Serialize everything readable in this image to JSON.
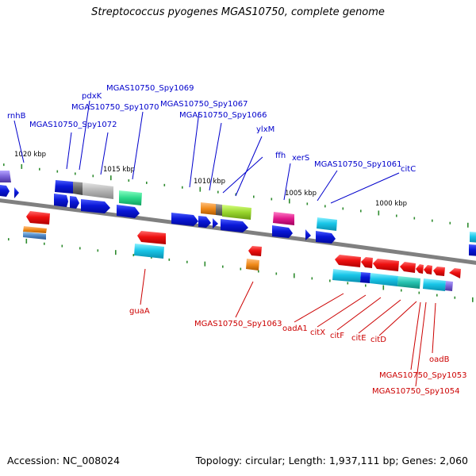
{
  "title": "Streptococcus pyogenes MGAS10750, complete genome",
  "footer": {
    "accession": "Accession: NC_008024",
    "summary": "Topology: circular; Length: 1,937,111 bp; Genes: 2,060"
  },
  "ticks": [
    "1020 kbp",
    "1015 kbp",
    "1010 kbp",
    "1005 kbp",
    "1000 kbp"
  ],
  "labels_top": [
    "rnhB",
    "pdxK",
    "MGAS10750_Spy1069",
    "MGAS10750_Spy1070",
    "MGAS10750_Spy1072",
    "MGAS10750_Spy1067",
    "MGAS10750_Spy1066",
    "ylxM",
    "ffh",
    "xerS",
    "MGAS10750_Spy1061",
    "citC"
  ],
  "labels_bottom": [
    "guaA",
    "MGAS10750_Spy1063",
    "oadA1",
    "citX",
    "citF",
    "citE",
    "citD",
    "oadB",
    "MGAS10750_Spy1053",
    "MGAS10750_Spy1054"
  ],
  "colors": {
    "forward_label": "#0000cc",
    "reverse_label": "#cc0000",
    "tick_mark": "#2e8b2e",
    "backbone": "#808080",
    "blue": "#0a18d8",
    "red": "#ee1010",
    "cyan": "#19c6e8",
    "grey": "#b4b4b4",
    "green": "#2bd98a",
    "lime": "#99d62e",
    "orange": "#f08a1a",
    "magenta": "#e01a8c",
    "purple": "#7b63d8"
  }
}
